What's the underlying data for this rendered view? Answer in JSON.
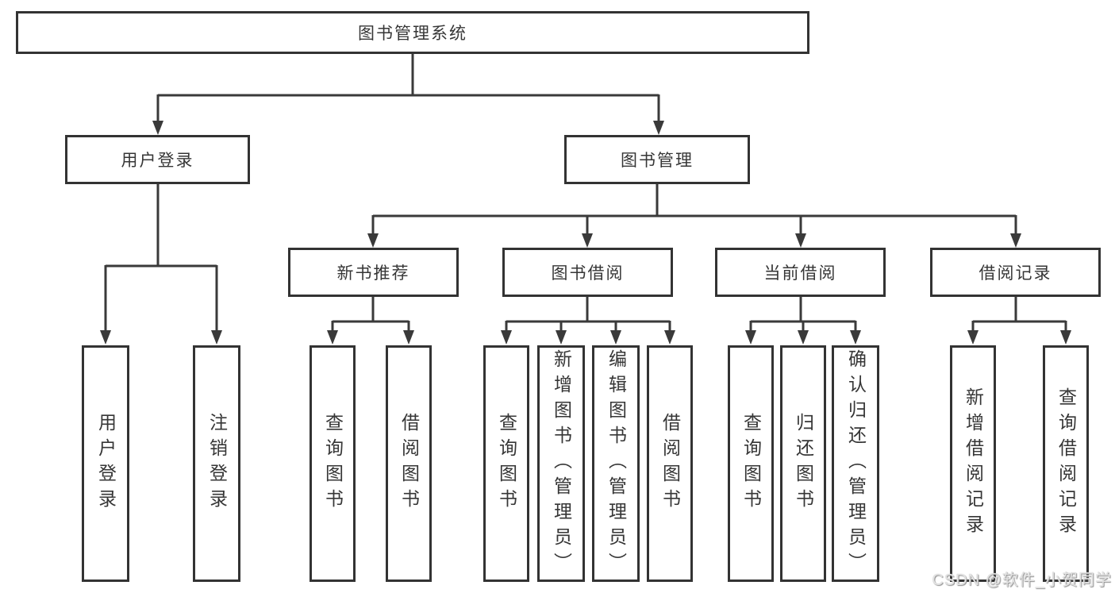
{
  "diagram": {
    "root": {
      "label": "图书管理系统"
    },
    "level2": [
      {
        "label": "用户登录",
        "leaves": [
          "用户登录",
          "注销登录"
        ]
      },
      {
        "label": "图书管理",
        "children": [
          {
            "label": "新书推荐",
            "leaves": [
              "查询图书",
              "借阅图书"
            ]
          },
          {
            "label": "图书借阅",
            "leaves": [
              "查询图书",
              "新增图书（管理员）",
              "编辑图书（管理员）",
              "借阅图书"
            ]
          },
          {
            "label": "当前借阅",
            "leaves": [
              "查询图书",
              "归还图书",
              "确认归还（管理员）"
            ]
          },
          {
            "label": "借阅记录",
            "leaves": [
              "新增借阅记录",
              "查询借阅记录"
            ]
          }
        ]
      }
    ]
  },
  "watermark": {
    "text": "CSDN @软件_小贺同学"
  },
  "colors": {
    "line": "#3a3a3a",
    "box_border": "#333333",
    "text": "#363636",
    "background": "#ffffff",
    "watermark": "#e3e3e3"
  }
}
